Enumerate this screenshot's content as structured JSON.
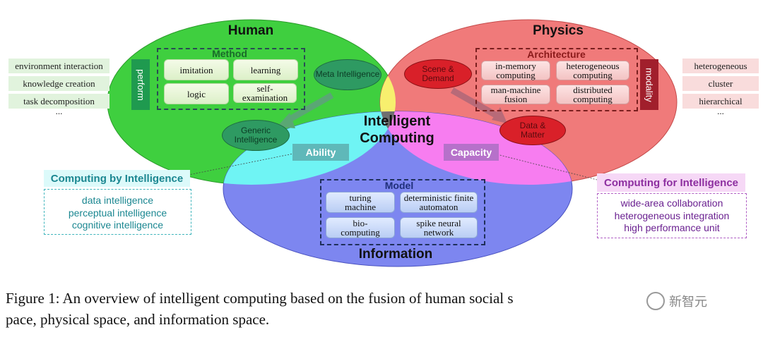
{
  "regions": {
    "human": "Human",
    "physics": "Physics",
    "information": "Information",
    "center": "Intelligent Computing"
  },
  "method": {
    "title": "Method",
    "items": [
      "imitation",
      "learning",
      "logic",
      "self-examination"
    ]
  },
  "architecture": {
    "title": "Architecture",
    "items": [
      "in-memory computing",
      "heterogeneous computing",
      "man-machine fusion",
      "distributed computing"
    ]
  },
  "model": {
    "title": "Model",
    "items": [
      "turing machine",
      "deterministic finite automaton",
      "bio-computing",
      "spike neural network"
    ]
  },
  "perform": {
    "label": "perform",
    "items": [
      "environment interaction",
      "knowledge creation",
      "task decomposition",
      "..."
    ]
  },
  "modality": {
    "label": "modality",
    "items": [
      "heterogeneous",
      "cluster",
      "hierarchical",
      "..."
    ]
  },
  "nodes": {
    "meta": "Meta Intelligence",
    "generic": "Generic Intelligence",
    "scene": "Scene & Demand",
    "data": "Data & Matter"
  },
  "badges": {
    "ability": "Ability",
    "capacity": "Capacity"
  },
  "by_intelligence": {
    "title": "Computing by Intelligence",
    "items": [
      "data intelligence",
      "perceptual intelligence",
      "cognitive intelligence"
    ]
  },
  "for_intelligence": {
    "title": "Computing for Intelligence",
    "items": [
      "wide-area collaboration",
      "heterogeneous integration",
      "high performance unit"
    ]
  },
  "caption": "Figure 1: An overview of intelligent computing based on the fusion of human social s",
  "caption_cont": "pace, physical space, and information space.",
  "watermark": "新智元",
  "colors": {
    "human": "#3fcf3f",
    "physics": "#f07a7a",
    "information": "#7d86f0",
    "overlap_hp": "#f7ef6e",
    "overlap_hi": "#6ff4f4",
    "overlap_pi": "#f77df0",
    "center": "#6f6f6f",
    "node_green": "#2e9a62",
    "node_red": "#d92029",
    "teal": "#2aa0a8",
    "purple": "#c04fc2"
  }
}
